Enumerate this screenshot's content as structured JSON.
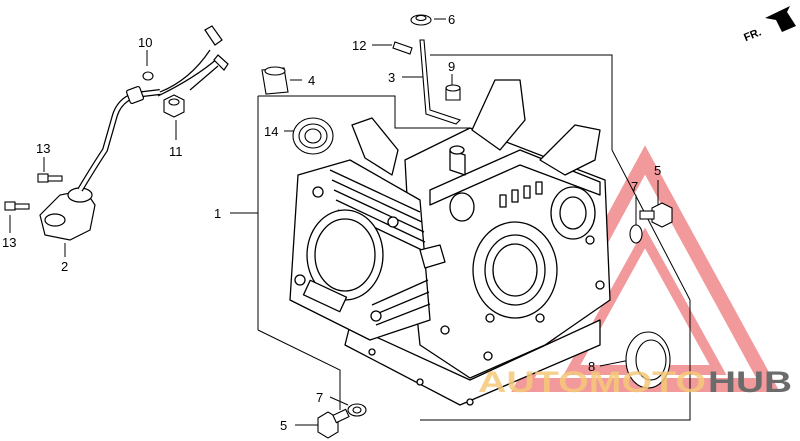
{
  "direction_label": "FR.",
  "callouts": {
    "c1": "1",
    "c2": "2",
    "c3": "3",
    "c4": "4",
    "c5a": "5",
    "c5b": "5",
    "c6": "6",
    "c7a": "7",
    "c7b": "7",
    "c8": "8",
    "c9": "9",
    "c10": "10",
    "c11": "11",
    "c12": "12",
    "c13a": "13",
    "c13b": "13",
    "c14": "14"
  },
  "watermark": {
    "text_part1": "AUTOMOTO",
    "text_part2": "HUB",
    "color_part1": "#f5c879",
    "color_part2": "#6b6b6b",
    "triangle_color": "#e8474c"
  }
}
